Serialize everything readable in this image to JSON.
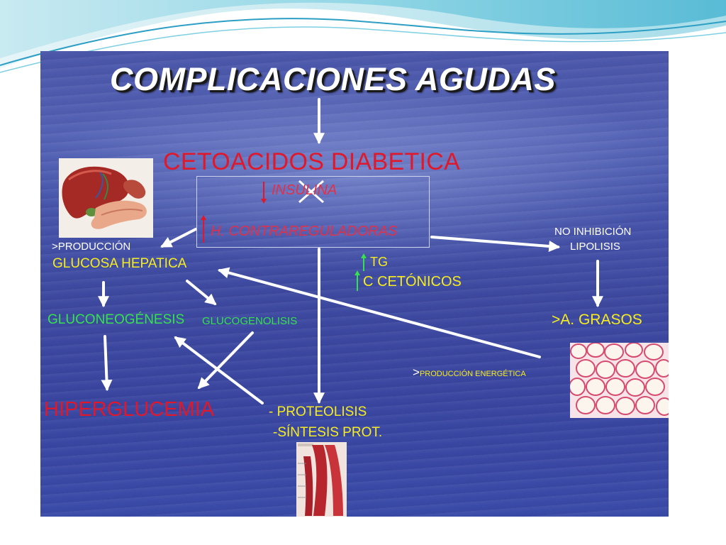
{
  "slide": {
    "title": "COMPLICACIONES AGUDAS",
    "subtitle": "CETOACIDOS DIABETICA",
    "box": {
      "insulina": "INSULINA",
      "hormonas": "H. CONTRAREGULADORAS"
    },
    "nodes": {
      "produccion_line1": ">PRODUCCIÓN",
      "produccion_line2": "GLUCOSA HEPATICA",
      "gluconeogenesis": "GLUCONEOGÉNESIS",
      "glucogenolisis": "GLUCOGENOLISIS",
      "hiperglucemia": "HIPERGLUCEMIA",
      "tg": "TG",
      "cetonicos": "C CETÓNICOS",
      "lipolisis_line1": "NO INHIBICIÓN",
      "lipolisis_line2": "LIPOLISIS",
      "acidos_grasos": ">A. GRASOS",
      "produccion_energetica_prefix": ">",
      "produccion_energetica": "PRODUCCIÓN ENERGÉTICA",
      "proteolisis": "- PROTEOLISIS",
      "sintesis": "-SÍNTESIS  PROT."
    },
    "images": [
      "liver-pancreas-illustration",
      "adipose-tissue-micrograph",
      "muscle-anatomy-illustration"
    ]
  },
  "colors": {
    "title": "#ffffff",
    "red": "#e1182a",
    "yellow": "#f6ec1e",
    "green": "#35e24e",
    "arrow": "#ffffff"
  }
}
